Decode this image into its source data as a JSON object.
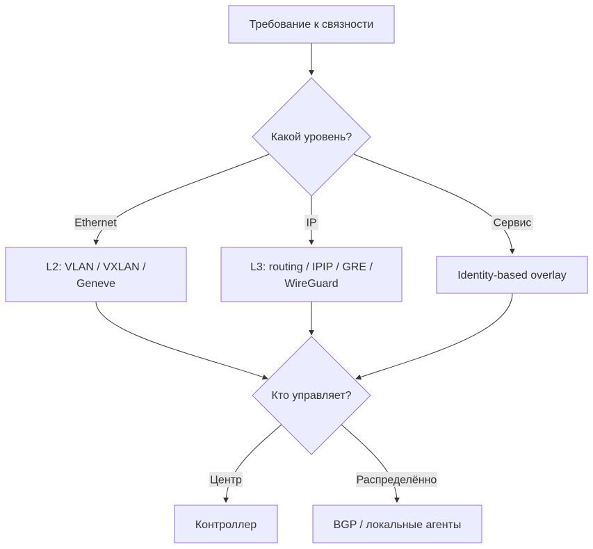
{
  "diagram": {
    "nodes": {
      "requirement": "Требование к связности",
      "level_decision": "Какой уровень?",
      "l2": [
        "L2: VLAN / VXLAN /",
        "Geneve"
      ],
      "l3": [
        "L3: routing / IPIP / GRE /",
        "WireGuard"
      ],
      "identity": "Identity-based overlay",
      "control_decision": "Кто управляет?",
      "controller": "Контроллер",
      "bgp": "BGP / локальные агенты"
    },
    "edge_labels": {
      "ethernet": "Ethernet",
      "ip": "IP",
      "service": "Сервис",
      "center": "Центр",
      "distributed": "Распределённо"
    },
    "colors": {
      "node_fill": "#ECECFF",
      "node_stroke": "#9370DB",
      "edge": "#333333",
      "label_bg": "#E8E8E8",
      "text": "#333333"
    }
  }
}
